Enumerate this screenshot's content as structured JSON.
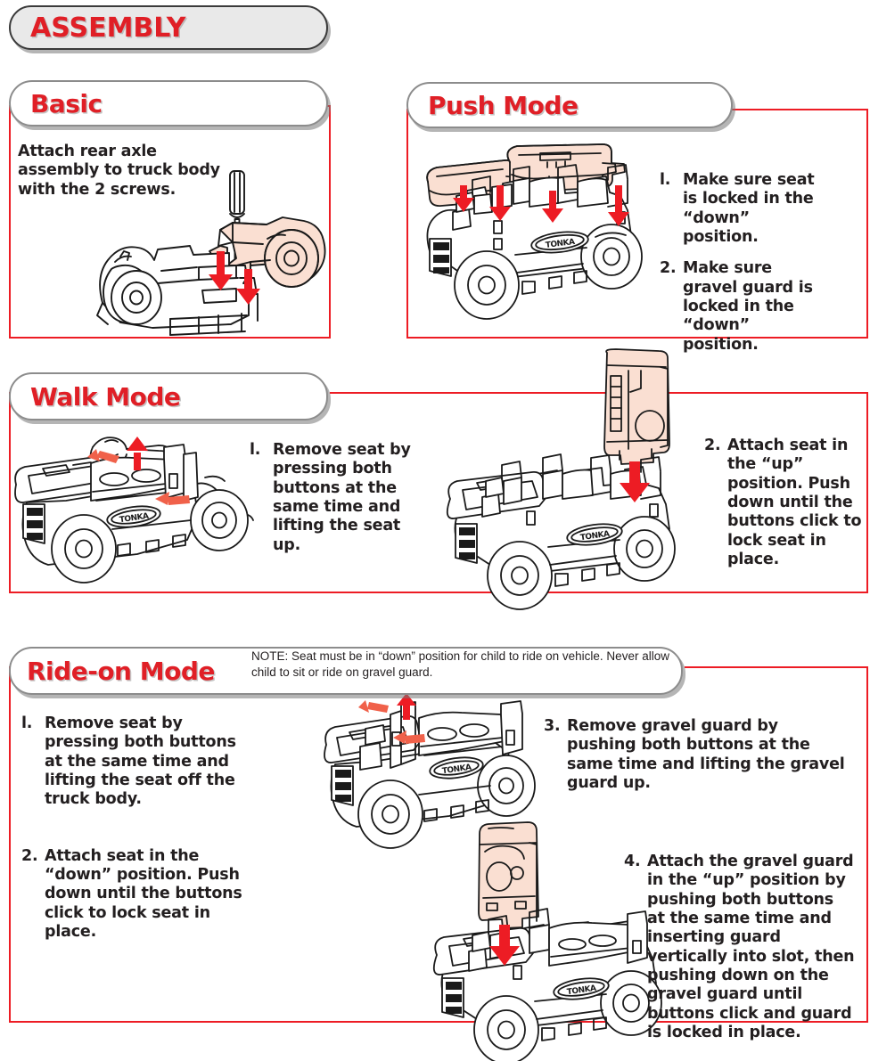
{
  "document": {
    "title": "ASSEMBLY"
  },
  "sections": [
    {
      "id": "basic",
      "header": "Basic",
      "body_text": "Attach rear axle assembly to truck body with the 2 screws.",
      "illustration": "rear-axle-attach-illustration"
    },
    {
      "id": "push-mode",
      "header": "Push Mode",
      "steps": [
        {
          "num": "l.",
          "text": "Make sure seat is locked in the “down” position."
        },
        {
          "num": "2.",
          "text": "Make sure gravel guard is locked in the “down” position."
        }
      ],
      "illustration": "truck-seat-and-gravel-guard-illustration"
    },
    {
      "id": "walk-mode",
      "header": "Walk  Mode",
      "steps": [
        {
          "num": "l.",
          "text": "Remove seat by pressing both buttons at the same time and lifting the seat up."
        },
        {
          "num": "2.",
          "text": "Attach seat in the “up” position. Push down until the buttons click to lock seat in place."
        }
      ],
      "illustrations": [
        "truck-remove-seat-illustration",
        "truck-attach-seat-up-illustration"
      ]
    },
    {
      "id": "ride-on-mode",
      "header": "Ride-on Mode",
      "note": "NOTE: Seat must be in “down” position for child to ride on vehicle. Never allow child to sit or ride on gravel guard.",
      "steps": [
        {
          "num": "l.",
          "text": "Remove seat by pressing both buttons at the same time and lifting the seat off the truck body."
        },
        {
          "num": "2.",
          "text": "Attach seat in the “down” position. Push down until the buttons click to lock seat in place."
        },
        {
          "num": "3.",
          "text": "Remove gravel guard by pushing both buttons at the same time and lifting the gravel guard up."
        },
        {
          "num": "4.",
          "text": "Attach the gravel guard in the “up” position by pushing both buttons at the same time and inserting guard vertically into slot, then pushing down on the gravel guard until buttons click and guard is locked in place."
        }
      ],
      "illustrations": [
        "truck-remove-gravel-guard-illustration",
        "truck-attach-gravel-guard-up-illustration"
      ]
    }
  ],
  "colors": {
    "header_red": "#e01f26",
    "box_red": "#ed1c24",
    "highlight_pink": "#fadfd2",
    "pill_shaded_fill": "#e9e9e9",
    "pill_border": "#8c8c8c",
    "text_dark": "#231f20"
  },
  "brand_mark": "TONKA"
}
